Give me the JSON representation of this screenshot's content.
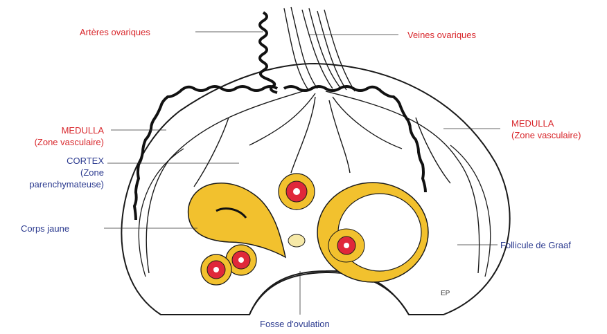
{
  "colors": {
    "red_label": "#d8262b",
    "blue_label": "#2b3a8f",
    "yellow": "#f2c12e",
    "follicle_red": "#e0283a",
    "outline": "#1a1a1a"
  },
  "labels": {
    "arteres": "Artères ovariques",
    "veines": "Veines ovariques",
    "medulla_left_1": "MEDULLA",
    "medulla_left_2": "(Zone vasculaire)",
    "medulla_right_1": "MEDULLA",
    "medulla_right_2": "(Zone vasculaire)",
    "cortex_1": "CORTEX",
    "cortex_2": "(Zone",
    "cortex_3": "parenchymateuse)",
    "corps_jaune": "Corps jaune",
    "follicule": "Follicule de Graaf",
    "fosse": "Fosse d'ovulation",
    "signature": "EP"
  }
}
